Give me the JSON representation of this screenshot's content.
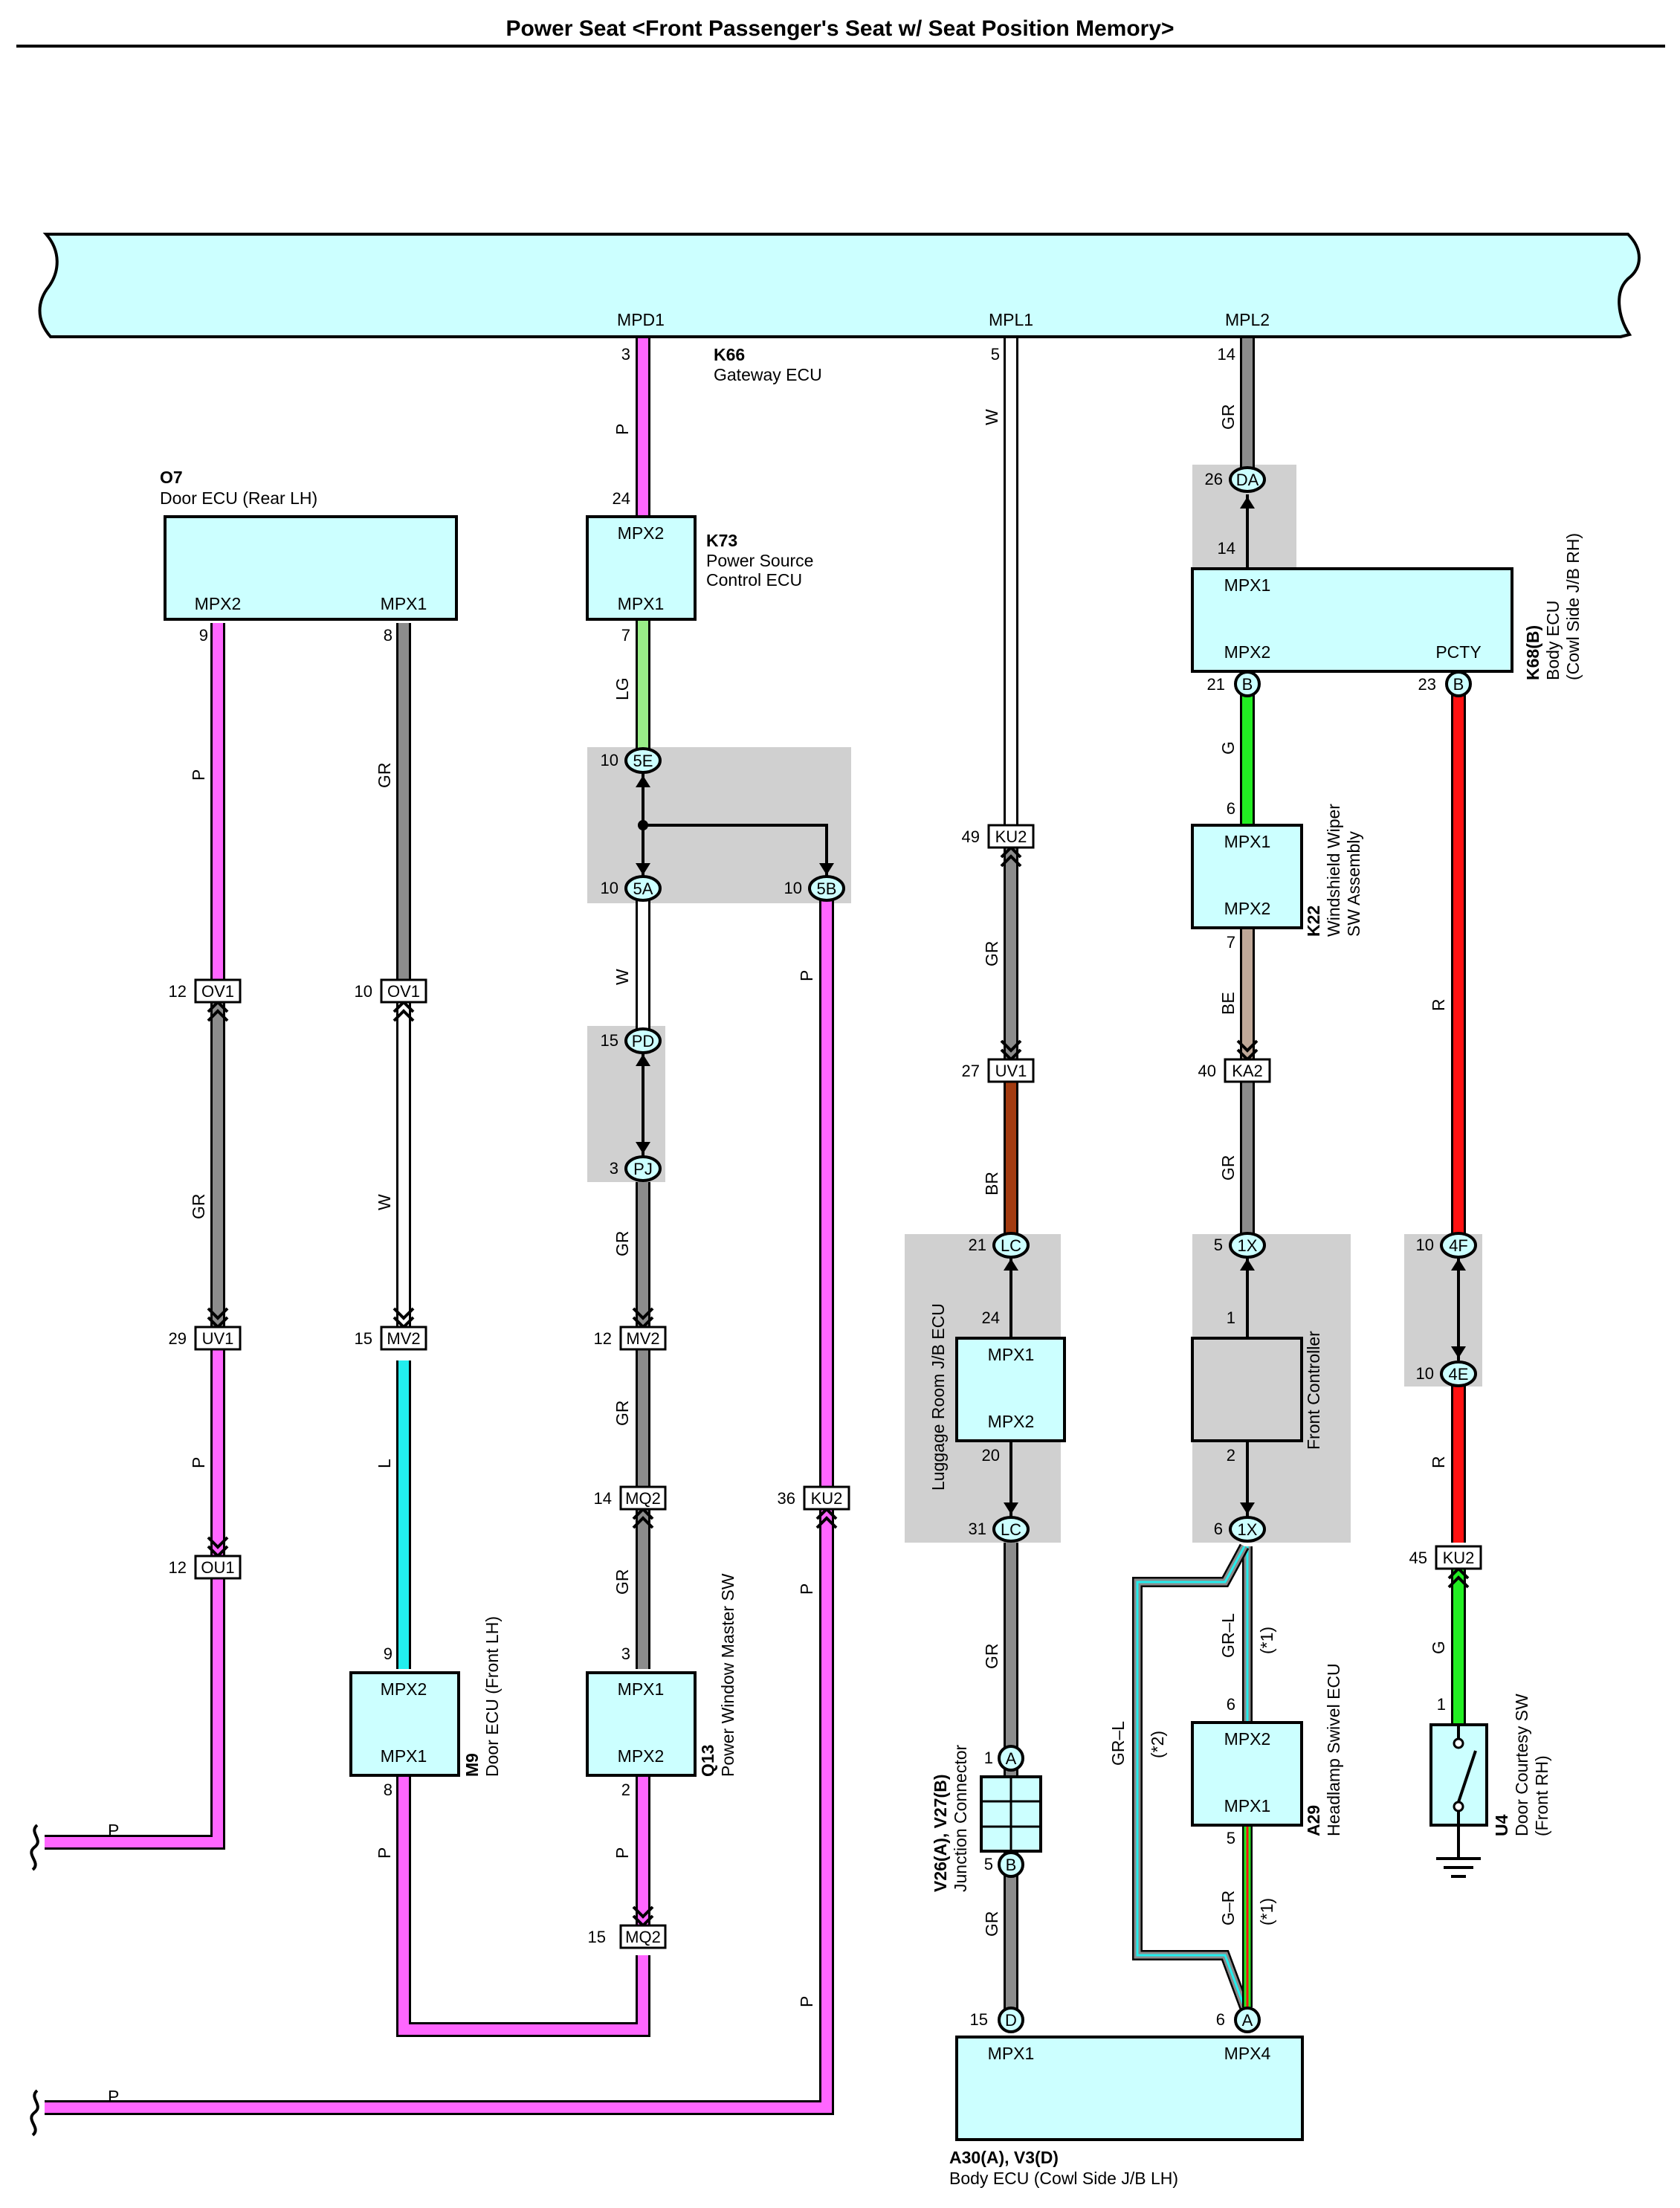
{
  "title": "Power Seat <Front Passenger's Seat w/ Seat Position Memory>",
  "colors": {
    "P": "#ff66ff",
    "GR": "#8c8c8c",
    "W": "#ffffff",
    "LG": "#99ee88",
    "G": "#22ee22",
    "R": "#ff1111",
    "BR": "#a33b10",
    "BE": "#bfa898",
    "L": "#22eeee",
    "ecu_fill": "#ccffff",
    "gray_box": "#d0d0d0"
  },
  "components": {
    "k66": {
      "code": "K66",
      "name": "Gateway ECU",
      "pins": [
        "MPD1",
        "MPL1",
        "MPL2"
      ]
    },
    "o7": {
      "code": "O7",
      "name": "Door ECU (Rear LH)",
      "pins": [
        "MPX2",
        "MPX1"
      ]
    },
    "k73": {
      "code": "K73",
      "name1": "Power Source",
      "name2": "Control ECU",
      "pins": [
        "MPX2",
        "MPX1"
      ]
    },
    "k68": {
      "code": "K68(B)",
      "name1": "Body ECU",
      "name2": "(Cowl Side J/B RH)",
      "pins": [
        "MPX1",
        "MPX2",
        "PCTY"
      ]
    },
    "k22": {
      "code": "K22",
      "name1": "Windshield Wiper",
      "name2": "SW Assembly",
      "pins": [
        "MPX1",
        "MPX2"
      ]
    },
    "luggage": {
      "name": "Luggage Room J/B ECU",
      "pins": [
        "MPX1",
        "MPX2"
      ]
    },
    "front_ctrl": {
      "name": "Front Controller"
    },
    "m9": {
      "code": "M9",
      "name": "Door ECU (Front LH)",
      "pins": [
        "MPX2",
        "MPX1"
      ]
    },
    "q13": {
      "code": "Q13",
      "name": "Power Window Master SW",
      "pins": [
        "MPX1",
        "MPX2"
      ]
    },
    "v26": {
      "code": "V26(A), V27(B)",
      "name": "Junction Connector"
    },
    "a29": {
      "code": "A29",
      "name": "Headlamp Swivel ECU",
      "pins": [
        "MPX2",
        "MPX1"
      ]
    },
    "u4": {
      "code": "U4",
      "name1": "Door Courtesy SW",
      "name2": "(Front RH)"
    },
    "a30": {
      "code": "A30(A), V3(D)",
      "name": "Body ECU (Cowl Side J/B LH)",
      "pins": [
        "MPX1",
        "MPX4"
      ]
    }
  },
  "connectors": {
    "da": "DA",
    "b1": "B",
    "b2": "B",
    "e5": "5E",
    "a5": "5A",
    "b5": "5B",
    "pd": "PD",
    "pj": "PJ",
    "lc1": "LC",
    "lc2": "LC",
    "x1a": "1X",
    "x1b": "1X",
    "f4": "4F",
    "e4": "4E",
    "ku2a": "KU2",
    "ku2b": "KU2",
    "ku2c": "KU2",
    "uv1a": "UV1",
    "uv1b": "UV1",
    "ka2": "KA2",
    "ov1a": "OV1",
    "ov1b": "OV1",
    "mv2a": "MV2",
    "mv2b": "MV2",
    "mq2a": "MQ2",
    "mq2b": "MQ2",
    "ou1": "OU1",
    "ca": "A",
    "cb": "B",
    "cd": "D",
    "ca2": "A"
  },
  "pins": {
    "p3": "3",
    "p5": "5",
    "p14a": "14",
    "p26": "26",
    "p14b": "14",
    "p21": "21",
    "p23": "23",
    "p24": "24",
    "p7": "7",
    "p9": "9",
    "p8": "8",
    "p10a": "10",
    "p10b": "10",
    "p10c": "10",
    "p49": "49",
    "p6a": "6",
    "p7b": "7",
    "p12a": "12",
    "p10d": "10",
    "p15a": "15",
    "p3b": "3",
    "p27": "27",
    "p40": "40",
    "p21b": "21",
    "p24b": "24",
    "p5b": "5",
    "p1": "1",
    "p10e": "10",
    "p10f": "10",
    "p29": "29",
    "p15b": "15",
    "p12b": "12",
    "p20": "20",
    "p2": "2",
    "p14c": "14",
    "p36": "36",
    "p31": "31",
    "p6b": "6",
    "p45": "45",
    "p12c": "12",
    "p9b": "9",
    "p3c": "3",
    "p6c": "6",
    "p1b": "1",
    "p1c": "1",
    "p8b": "8",
    "p2b": "2",
    "p5c": "5",
    "p5d": "5",
    "p15c": "15",
    "p15d": "15",
    "p6d": "6"
  },
  "wires": {
    "w_p1": "P",
    "w_w1": "W",
    "w_gr1": "GR",
    "w_p2": "P",
    "w_gr2": "GR",
    "w_lg": "LG",
    "w_g1": "G",
    "w_w2": "W",
    "w_p3": "P",
    "w_gr3": "GR",
    "w_be": "BE",
    "w_r1": "R",
    "w_p4": "P",
    "w_gr4": "GR",
    "w_w3": "W",
    "w_gr5": "GR",
    "w_br": "BR",
    "w_gr6": "GR",
    "w_gr7": "GR",
    "w_p5": "P",
    "w_l": "L",
    "w_gr8": "GR",
    "w_p6": "P",
    "w_r2": "R",
    "w_gr9": "GR",
    "w_grl1": "GR–L",
    "w_grl2": "GR–L",
    "w_g2": "G",
    "w_gr10": "GR",
    "w_p7": "P",
    "w_p8": "P",
    "w_gr11": "GR",
    "w_gr12": "GR",
    "w_gr13": "GR",
    "w_p9": "P",
    "w_p10": "P",
    "w_gr_r": "G–R"
  },
  "notes": {
    "n1a": "(*1)",
    "n2": "(*2)",
    "n1b": "(*1)"
  }
}
